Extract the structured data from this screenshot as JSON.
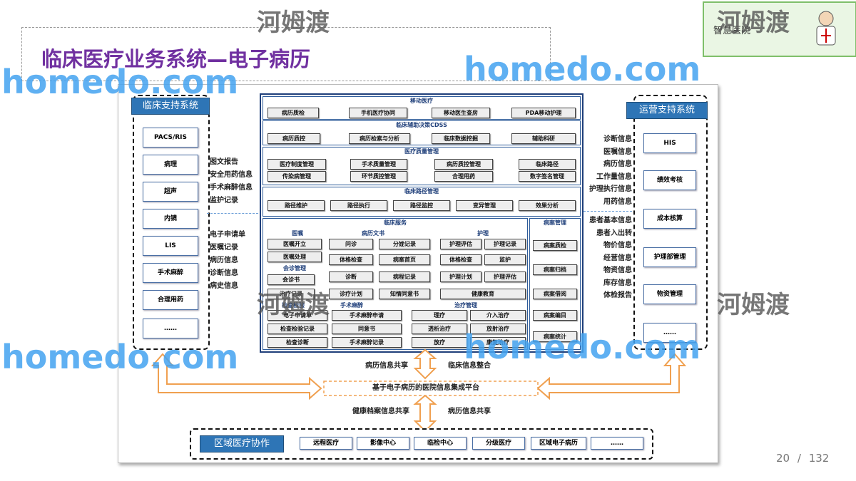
{
  "title": "临床医疗业务系统—电子病历",
  "logo": {
    "text": "智慧医院"
  },
  "watermark": {
    "brand": "homedo.com",
    "cn": "河姆渡"
  },
  "left_panel": {
    "header": "临床支持系统",
    "items": [
      "PACS/RIS",
      "病理",
      "超声",
      "内镜",
      "LIS",
      "手术麻醉",
      "合理用药",
      "……"
    ]
  },
  "right_panel": {
    "header": "运营支持系统",
    "items": [
      "HIS",
      "绩效考核",
      "成本核算",
      "护理部管理",
      "物资管理",
      "……"
    ]
  },
  "left_labels_top": [
    "图文报告",
    "安全用药信息",
    "手术麻醉信息",
    "监护记录"
  ],
  "left_labels_bottom": [
    "电子申请单",
    "医嘱记录",
    "病历信息",
    "诊断信息",
    "病史信息"
  ],
  "right_labels": [
    "诊断信息",
    "医嘱信息",
    "病历信息",
    "工作量信息",
    "护理执行信息",
    "用药信息",
    "患者基本信息",
    "患者入出转",
    "物价信息",
    "经营信息",
    "物资信息",
    "库存信息",
    "体检报告"
  ],
  "center": {
    "mobile": {
      "title": "移动医疗",
      "items": [
        "病历质检",
        "手机医疗协同",
        "移动医生查房",
        "PDA移动护理"
      ]
    },
    "cdss": {
      "title": "临床辅助决策CDSS",
      "items": [
        "病历质控",
        "病历检索与分析",
        "临床数据挖掘",
        "辅助科研"
      ]
    },
    "quality": {
      "title": "医疗质量管理",
      "items": [
        "医疗制度管理",
        "手术质量管理",
        "病历质控管理",
        "临床路径",
        "传染病管理",
        "环节质控管理",
        "合理用药",
        "数字签名管理"
      ]
    },
    "path": {
      "title": "临床路径管理",
      "items": [
        "路径维护",
        "路径执行",
        "路径监控",
        "变异管理",
        "效果分析"
      ]
    },
    "service": {
      "title": "临床服务",
      "orders": {
        "title": "医嘱",
        "items": [
          "医嘱开立",
          "医嘱处理"
        ]
      },
      "docs": {
        "title": "病历文书",
        "items": [
          "问诊",
          "分娩记录",
          "体格检查",
          "病案首页",
          "诊断",
          "病程记录",
          "诊疗计划",
          "知情同意书"
        ]
      },
      "nursing": {
        "title": "护理",
        "items": [
          "护理评估",
          "护理记录",
          "体格检查",
          "监护",
          "护理计划",
          "护理评估",
          "健康教育"
        ]
      },
      "consult": {
        "title": "会诊管理",
        "items": [
          "会诊书",
          "治疗记录"
        ]
      },
      "exam": {
        "title": "检查检验",
        "items": [
          "电子申请单",
          "检查检验记录",
          "检查诊断"
        ]
      },
      "surgery": {
        "title": "手术麻醉",
        "items": [
          "手术麻醉申请",
          "同意书",
          "手术麻醉记录"
        ]
      },
      "treatment": {
        "title": "治疗管理",
        "items": [
          "理疗",
          "介入治疗",
          "透析治疗",
          "放射治疗",
          "放疗",
          "康复治疗"
        ]
      }
    },
    "records": {
      "title": "病案管理",
      "items": [
        "病案质检",
        "病案归档",
        "病案借阅",
        "病案编目",
        "病案统计"
      ]
    }
  },
  "flow": {
    "top_left": "病历信息共享",
    "top_right": "临床信息整合",
    "platform": "基于电子病历的医院信息集成平台",
    "bottom_left": "健康档案信息共享",
    "bottom_right": "病历信息共享"
  },
  "regional": {
    "header": "区域医疗协作",
    "items": [
      "远程医疗",
      "影像中心",
      "临检中心",
      "分级医疗",
      "区域电子病历",
      "……"
    ]
  },
  "page": {
    "current": "20",
    "sep": "/",
    "total": "132"
  }
}
